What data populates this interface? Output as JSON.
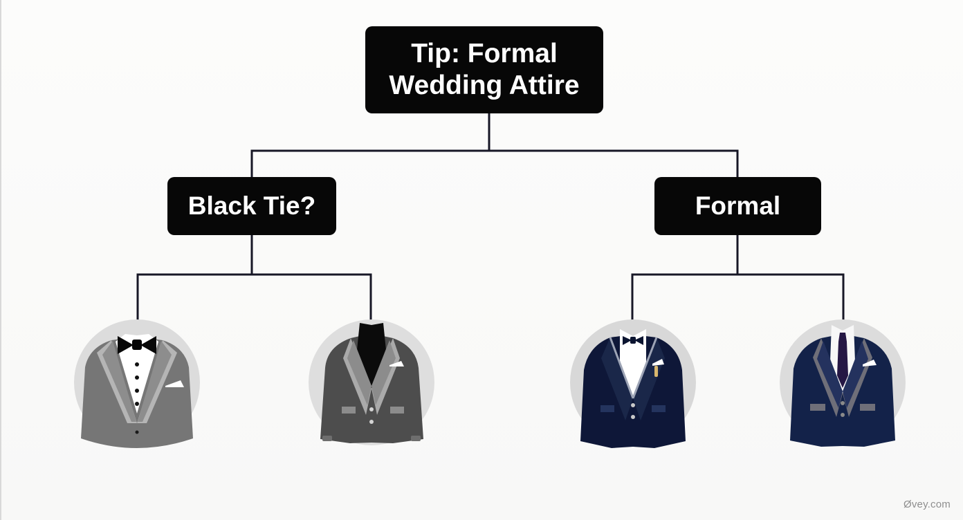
{
  "diagram": {
    "root": {
      "label_line1": "Tip: Formal",
      "label_line2": "Wedding Attire"
    },
    "branches": {
      "left": {
        "label": "Black Tie?"
      },
      "right": {
        "label": "Formal"
      }
    },
    "options": [
      {
        "icon": "gray-tuxedo-icon"
      },
      {
        "icon": "charcoal-suit-icon"
      },
      {
        "icon": "navy-tuxedo-icon"
      },
      {
        "icon": "navy-suit-icon"
      }
    ]
  },
  "watermark": {
    "text": "Øvey.com"
  },
  "colors": {
    "node_background": "#070707",
    "connector": "#171726",
    "background": "#fbfbfa"
  }
}
